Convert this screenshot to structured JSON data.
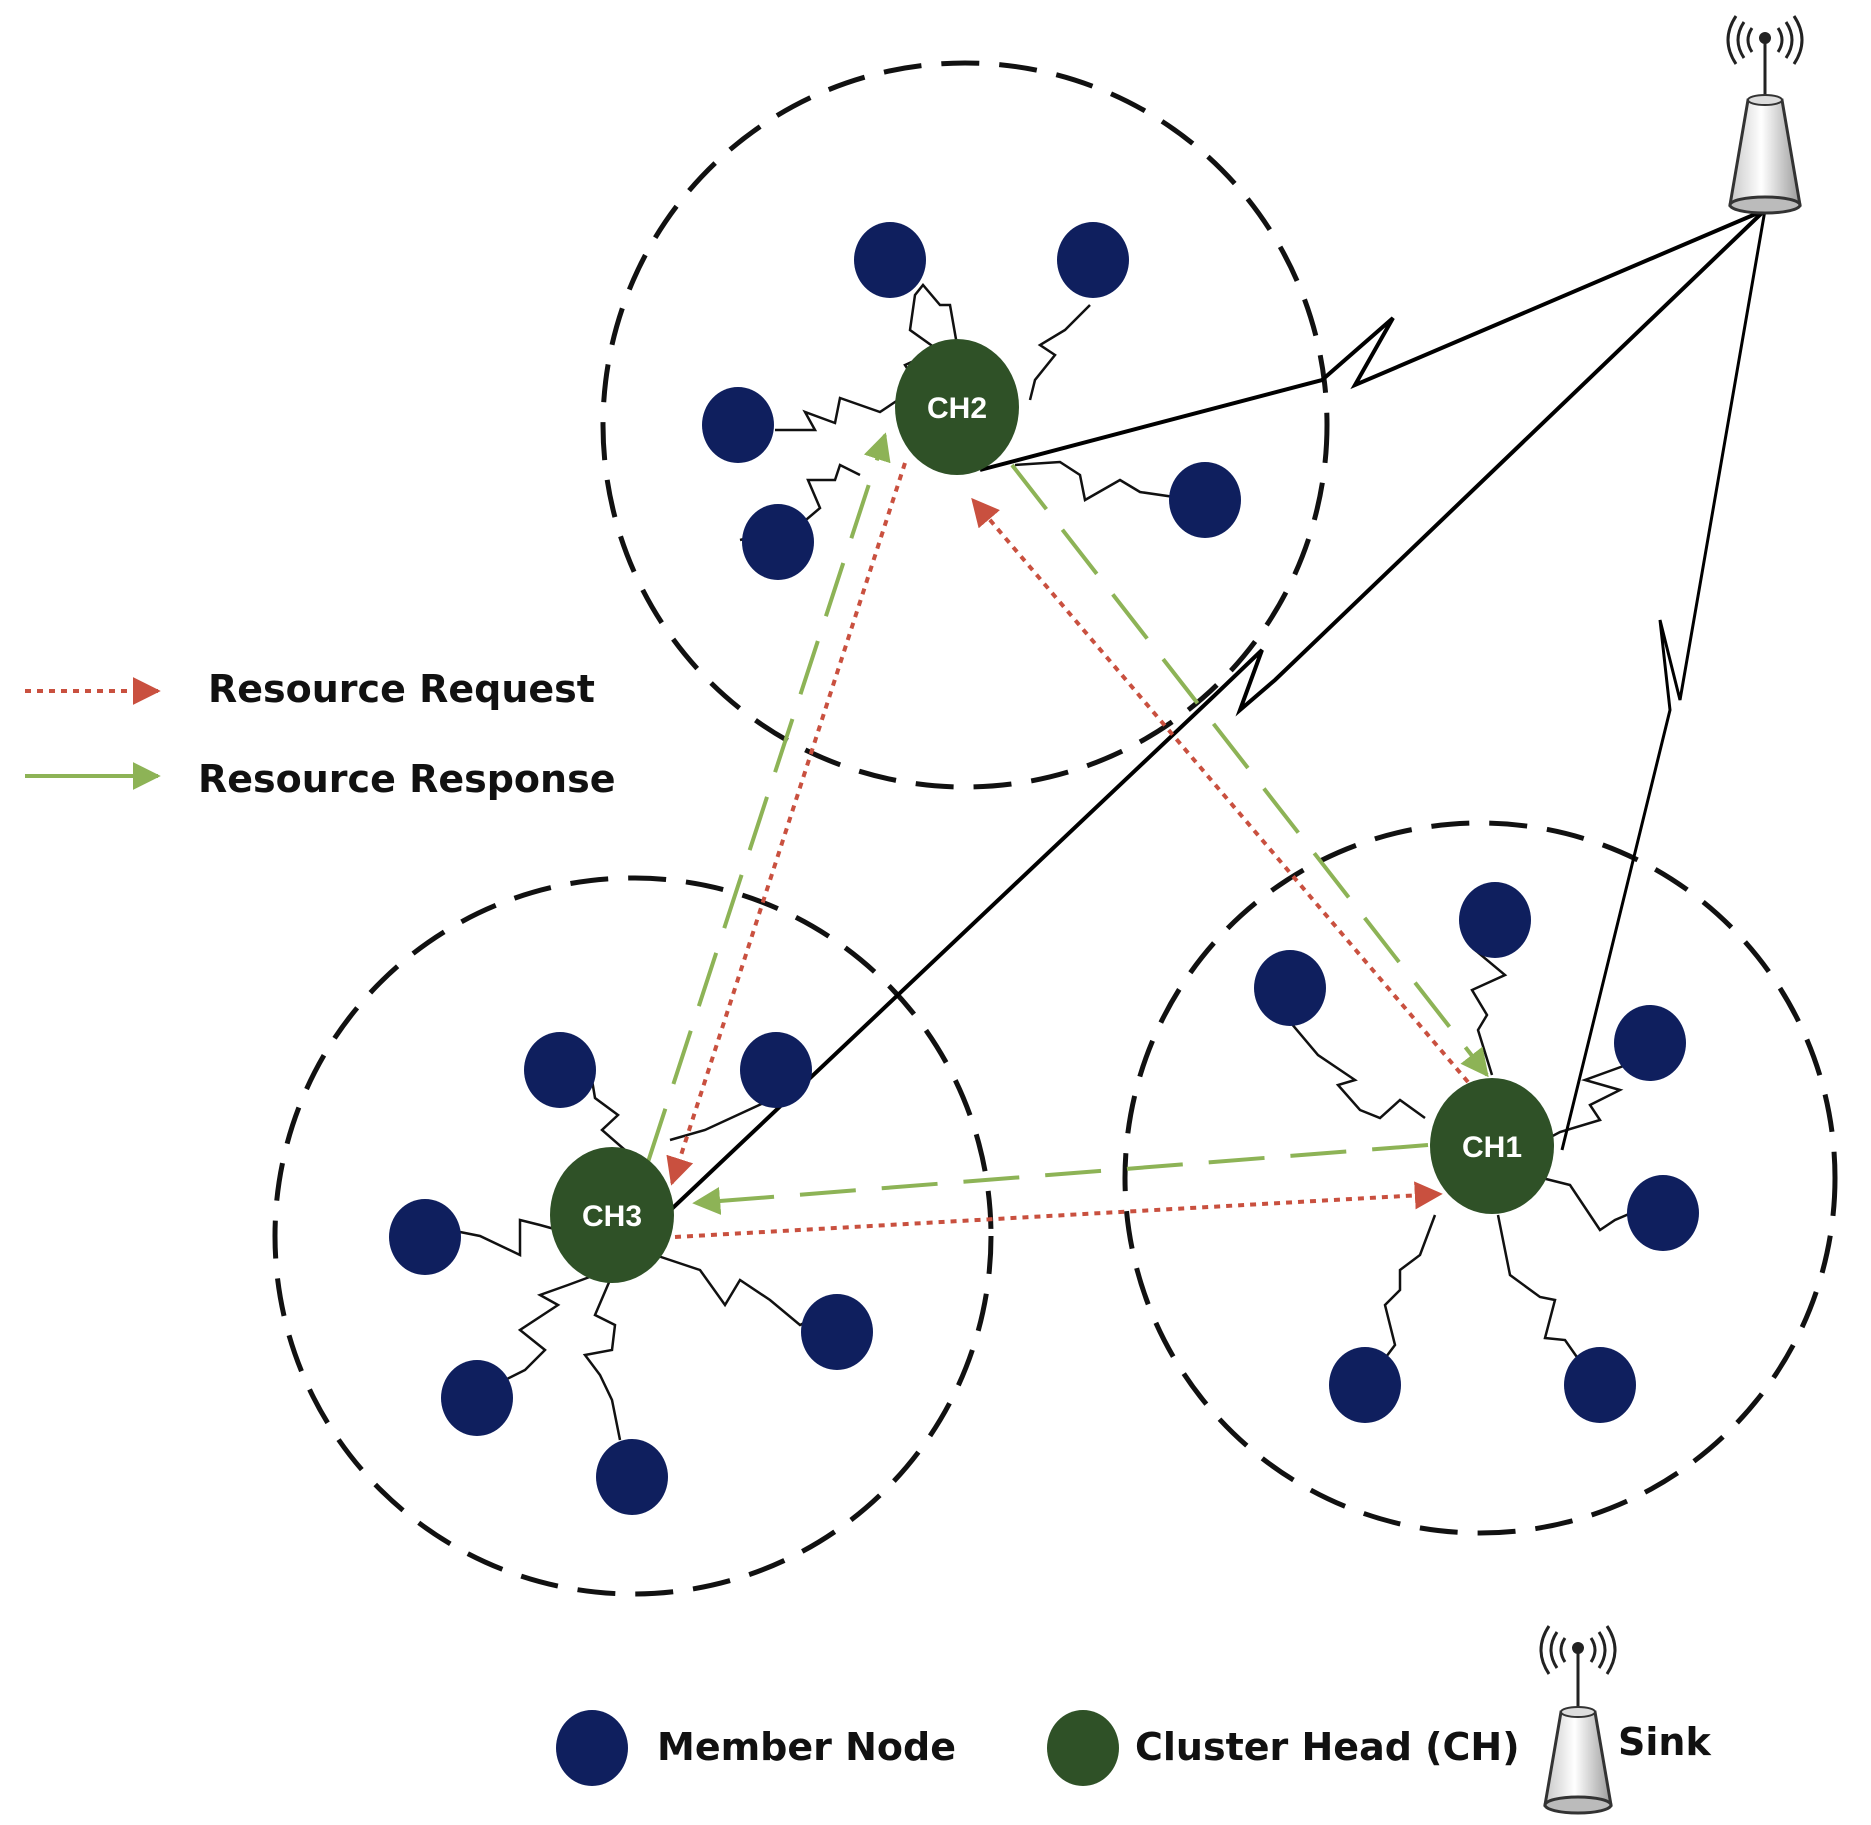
{
  "colors": {
    "member_node": "#0f1f5e",
    "cluster_head": "#2f5127",
    "request_arrow": "#c9503f",
    "response_arrow": "#8db356",
    "link": "#000000",
    "boundary": "#111111"
  },
  "cluster_heads": [
    {
      "id": "ch1",
      "label": "CH1"
    },
    {
      "id": "ch2",
      "label": "CH2"
    },
    {
      "id": "ch3",
      "label": "CH3"
    }
  ],
  "legend": {
    "request_label": "Resource Request",
    "response_label": "Resource Response",
    "member_node_label": "Member Node",
    "cluster_head_label": "Cluster Head (CH)",
    "sink_label": "Sink"
  },
  "icons": {
    "sink": "antenna-tower-icon"
  }
}
